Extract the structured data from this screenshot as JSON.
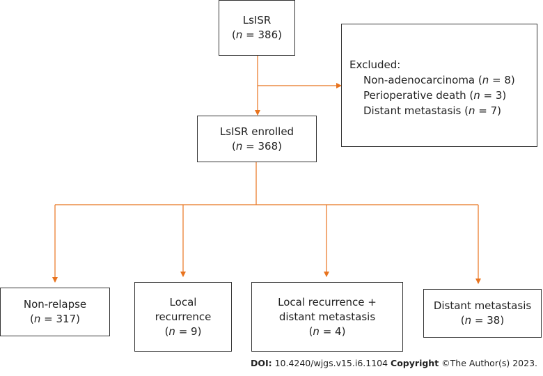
{
  "flowchart": {
    "top": {
      "label": "LsISR",
      "count_prefix": "(",
      "n": "n",
      "count_suffix": " = 386)"
    },
    "enrolled": {
      "label": "LsISR enrolled",
      "count_prefix": "(",
      "n": "n",
      "count_suffix": " = 368)"
    },
    "excluded": {
      "title": "Excluded:",
      "items": [
        {
          "text": "Non-adenocarcinoma (",
          "n": "n",
          "suffix": " = 8)"
        },
        {
          "text": "Perioperative death (",
          "n": "n",
          "suffix": " = 3)"
        },
        {
          "text": "Distant metastasis (",
          "n": "n",
          "suffix": " = 7)"
        }
      ]
    },
    "outcomes": [
      {
        "lines": [
          "Non-relapse"
        ],
        "count_prefix": "(",
        "n": "n",
        "count_suffix": " = 317)"
      },
      {
        "lines": [
          "Local",
          "recurrence"
        ],
        "count_prefix": "(",
        "n": "n",
        "count_suffix": " = 9)"
      },
      {
        "lines": [
          "Local recurrence +",
          "distant metastasis"
        ],
        "count_prefix": "(",
        "n": "n",
        "count_suffix": " = 4)"
      },
      {
        "lines": [
          "Distant metastasis"
        ],
        "count_prefix": "(",
        "n": "n",
        "count_suffix": " = 38)"
      }
    ]
  },
  "footer": {
    "doi_label": "DOI:",
    "doi_value": " 10.4240/wjgs.v15.i6.1104 ",
    "copyright_label": "Copyright",
    "copyright_text": " ©The Author(s) 2023."
  },
  "colors": {
    "arrow": "#e8731e",
    "border": "#333333",
    "text": "#222222"
  }
}
